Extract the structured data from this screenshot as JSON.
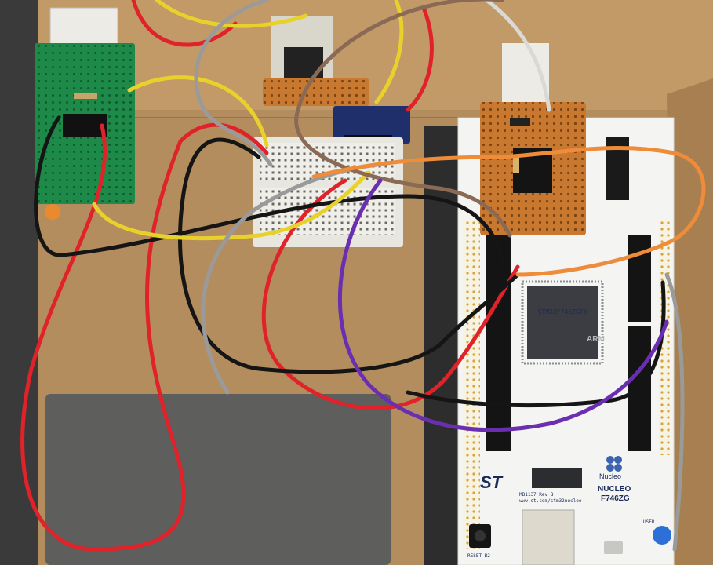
{
  "board": {
    "brand_logo": "ST",
    "brand_name": "Nucleo",
    "model_line1": "NUCLEO",
    "model_line2": "F746ZG",
    "url": "www.st.com/stm32nucleo",
    "revision": "MB1137 Rev B",
    "reset_label": "RESET B2",
    "user_label": "USER",
    "mcu_logo": "ARM",
    "mcu_text": "STM32F746ZGT6"
  },
  "colors": {
    "cardboard": "#b48d5e",
    "foam": "#5e5e5c",
    "board": "#f4f4f2",
    "perfboard": "#c9782f",
    "green_pcb": "#1d8a4a",
    "wire_red": "#e0232a",
    "wire_black": "#151515",
    "wire_yellow": "#e9d12c",
    "wire_gray": "#9a9a9a",
    "wire_purple": "#6a2fb0",
    "wire_orange": "#ee8c3a",
    "wire_brown": "#8a6a55"
  }
}
